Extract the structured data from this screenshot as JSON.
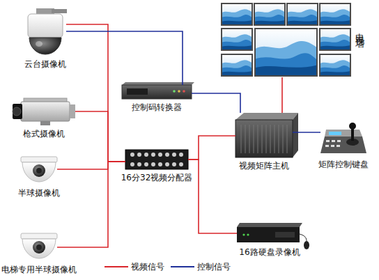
{
  "diagram": {
    "nodes": [
      {
        "text": [
          "云台摄像机"
        ]
      },
      {
        "text": [
          "枪式摄像机"
        ]
      },
      {
        "text": [
          "半球摄像机"
        ]
      },
      {
        "text": [
          "电梯专用半球摄像机"
        ]
      },
      {
        "text": [
          "控制码转换器"
        ]
      },
      {
        "text": [
          "16分32视频分配器"
        ]
      },
      {
        "text": [
          "电视墙"
        ]
      },
      {
        "text": [
          "视频矩阵主机"
        ]
      },
      {
        "text": [
          "矩阵控制键盘"
        ]
      },
      {
        "text": [
          "16路硬盘录像机"
        ]
      }
    ],
    "edges": [
      {
        "from": 0,
        "to": 5,
        "arrow": "none"
      },
      {
        "from": 1,
        "to": 5,
        "arrow": "none"
      },
      {
        "from": 2,
        "to": 5,
        "arrow": "none"
      },
      {
        "from": 3,
        "to": 5,
        "arrow": "none"
      },
      {
        "from": 0,
        "to": 4,
        "arrow": "none"
      },
      {
        "from": 4,
        "to": 7,
        "arrow": "none"
      },
      {
        "from": 7,
        "to": 8,
        "arrow": "none"
      },
      {
        "from": 5,
        "to": 7,
        "arrow": "none"
      },
      {
        "from": 5,
        "to": 9,
        "arrow": "none"
      },
      {
        "from": 7,
        "to": 6,
        "arrow": "none"
      }
    ],
    "legend": [
      {
        "text": "视频信号"
      },
      {
        "text": "控制信号"
      }
    ]
  }
}
